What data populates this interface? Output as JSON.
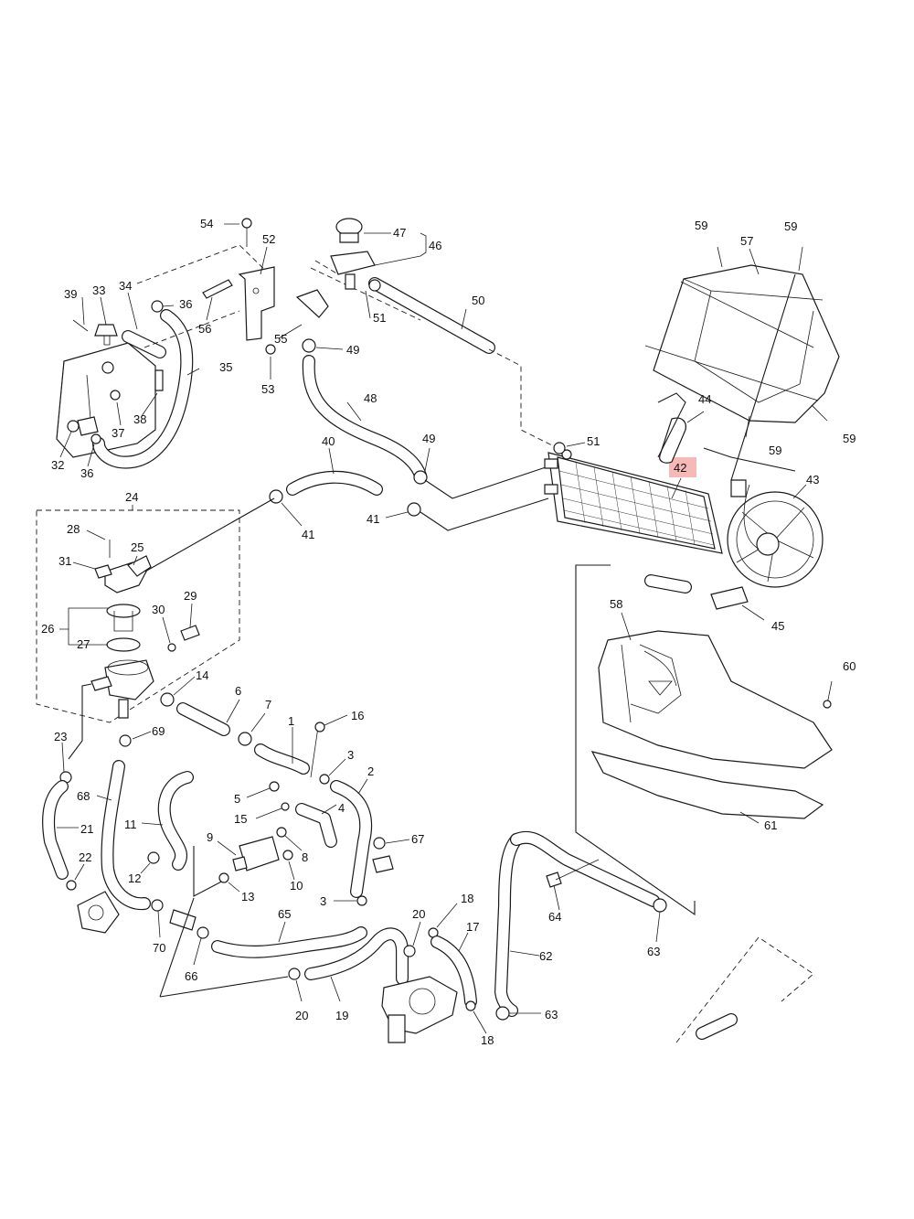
{
  "labels": {
    "l1": "1",
    "l2": "2",
    "l3a": "3",
    "l3b": "3",
    "l4": "4",
    "l5": "5",
    "l6": "6",
    "l7": "7",
    "l8": "8",
    "l9": "9",
    "l10": "10",
    "l11": "11",
    "l12": "12",
    "l13": "13",
    "l14": "14",
    "l15": "15",
    "l16": "16",
    "l17": "17",
    "l18a": "18",
    "l18b": "18",
    "l19": "19",
    "l20a": "20",
    "l20b": "20",
    "l21": "21",
    "l22": "22",
    "l23": "23",
    "l24": "24",
    "l25": "25",
    "l26": "26",
    "l27": "27",
    "l28": "28",
    "l29": "29",
    "l30": "30",
    "l31": "31",
    "l32": "32",
    "l33": "33",
    "l34": "34",
    "l35": "35",
    "l36a": "36",
    "l36b": "36",
    "l37": "37",
    "l38": "38",
    "l39": "39",
    "l40": "40",
    "l41a": "41",
    "l41b": "41",
    "l42": "42",
    "l43": "43",
    "l44": "44",
    "l45": "45",
    "l46": "46",
    "l47": "47",
    "l48": "48",
    "l49a": "49",
    "l49b": "49",
    "l50": "50",
    "l51a": "51",
    "l51b": "51",
    "l52": "52",
    "l53": "53",
    "l54": "54",
    "l55": "55",
    "l56": "56",
    "l57": "57",
    "l58": "58",
    "l59a": "59",
    "l59b": "59",
    "l59c": "59",
    "l59d": "59",
    "l60": "60",
    "l61": "61",
    "l62": "62",
    "l63a": "63",
    "l63b": "63",
    "l64": "64",
    "l65": "65",
    "l66": "66",
    "l67": "67",
    "l68": "68",
    "l69": "69",
    "l70": "70"
  },
  "highlight": {
    "part": "42",
    "color": "#f7b8b8"
  },
  "colors": {
    "line": "#1a1a1a",
    "background": "#ffffff"
  }
}
